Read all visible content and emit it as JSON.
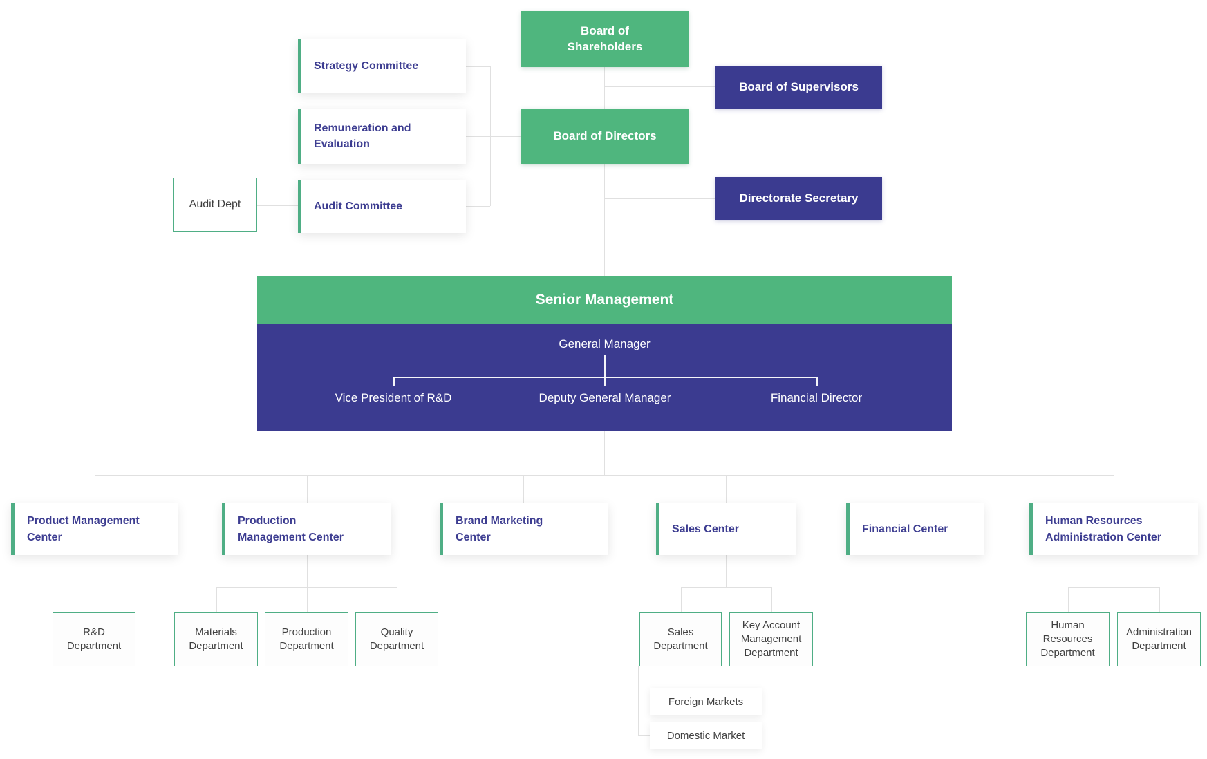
{
  "colors": {
    "green": "#4FB67E",
    "indigo": "#3B3B90",
    "card_text": "#3D3D91",
    "border_green": "#4FAE85",
    "connector": "#e0e0e0",
    "dept_text": "#404040"
  },
  "governance": {
    "board_of_shareholders": "Board of Shareholders",
    "board_of_directors": "Board of Directors",
    "board_of_supervisors": "Board of Supervisors",
    "directorate_secretary": "Directorate Secretary",
    "strategy_committee": "Strategy Committee",
    "remuneration_and_evaluation": "Remuneration and Evaluation",
    "audit_committee": "Audit Committee",
    "audit_dept": "Audit Dept"
  },
  "senior_management": {
    "title": "Senior Management",
    "general_manager": "General Manager",
    "roles": [
      "Vice President of R&D",
      "Deputy General Manager",
      "Financial Director"
    ]
  },
  "centers": {
    "product": "Product Management Center",
    "production": "Production Management Center",
    "brand": "Brand Marketing Center",
    "sales": "Sales Center",
    "financial": "Financial Center",
    "hr_admin": "Human Resources Administration Center"
  },
  "departments": {
    "rnd": "R&D Department",
    "materials": "Materials Department",
    "production": "Production Department",
    "quality": "Quality Department",
    "sales": "Sales Department",
    "key_account": "Key Account Management Department",
    "human_resources": "Human Resources Department",
    "administration": "Administration Department"
  },
  "markets": {
    "foreign": "Foreign Markets",
    "domestic": "Domestic Market"
  }
}
